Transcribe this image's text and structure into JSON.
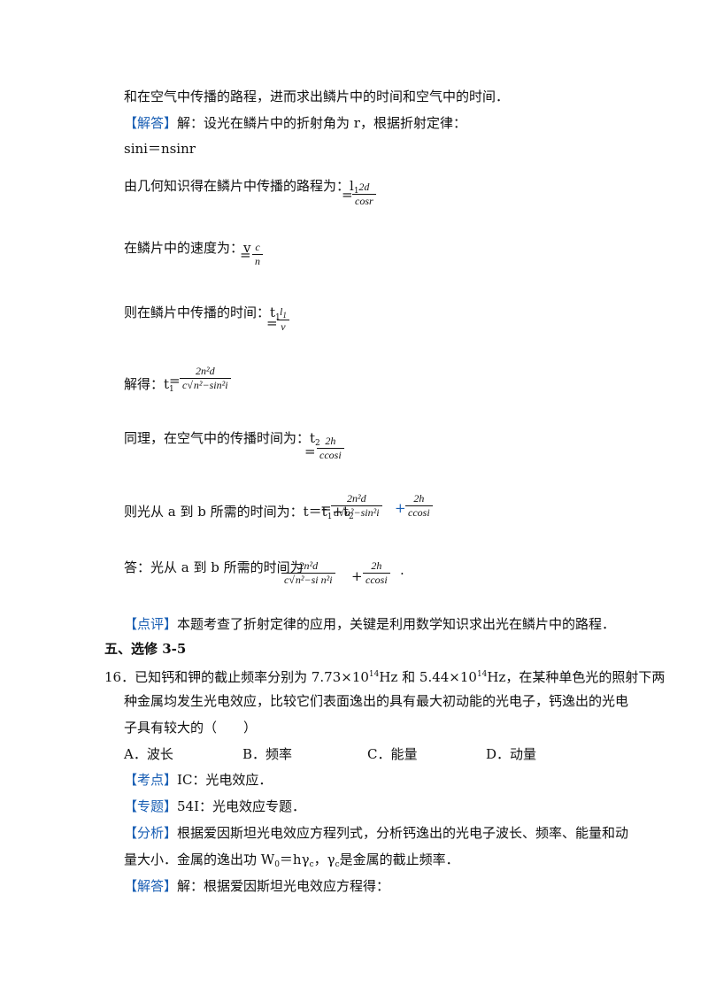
{
  "p1": "和在空气中传播的路程，进而求出鳞片中的时间和空气中的时间．",
  "jieda_tag": "【解答】",
  "p2": "解：设光在鳞片中的折射角为 r，根据折射定律：",
  "p3": "sini＝nsinr",
  "p4": "由几何知识得在鳞片中传播的路程为：",
  "l1_label": "l",
  "l1_sub": "1",
  "f_l1_num": "2d",
  "f_l1_den": "cosr",
  "p5": "在鳞片中的速度为：",
  "v_label": "v",
  "f_v_num": "c",
  "f_v_den": "n",
  "p6": "则在鳞片中传播的时间：",
  "t_label": "t",
  "f_t1_num": "l",
  "f_t1_num_sub": "1",
  "f_t1_den": "v",
  "p7": "解得：",
  "f_t1b_num": "2n²d",
  "f_t1b_den_pre": "c",
  "f_t1b_den_rad": "n²−sin²i",
  "p8": "同理，在空气中的传播时间为：",
  "t2_sub": "2",
  "f_t2_num": "2h",
  "f_t2_den": "ccosi",
  "p9": "则光从 a 到 b 所需的时间为：",
  "p9_eq": "t＝t",
  "p9_plus": "+t",
  "f_total_num": "2n²d",
  "f_total_den_pre": "c",
  "f_total_den_rad": "n²−sin²i",
  "f_total2_num": "2h",
  "f_total2_den": "ccosi",
  "p10": "答：光从 a 到 b 所需的时间为",
  "f_ans_num": "2n²d",
  "f_ans_den_pre": "c",
  "f_ans_den_rad": "n²−si n²i",
  "f_ans2_num": "2h",
  "f_ans2_den": "ccosi",
  "dianping_tag": "【点评】",
  "p11": "本题考查了折射定律的应用，关键是利用数学知识求出光在鳞片中的路程．",
  "section": "五、选修 3-5",
  "q16_l1": "16．已知钙和钾的截止频率分别为 7.73×10",
  "q16_exp1": "14",
  "q16_mid": "Hz 和 5.44×10",
  "q16_exp2": "14",
  "q16_end": "Hz，在某种单色光的照射下两",
  "q16_l2": "种金属均发生光电效应，比较它们表面逸出的具有最大初动能的光电子，钙逸出的光电",
  "q16_l3": "子具有较大的（　　）",
  "optA": "A．波长",
  "optB": "B．频率",
  "optC": "C．能量",
  "optD": "D．动量",
  "kaodian_tag": "【考点】",
  "kaodian": "IC：光电效应．",
  "zhuanti_tag": "【专题】",
  "zhuanti": "54I：光电效应专题．",
  "fenxi_tag": "【分析】",
  "fenxi_l1": "根据爱因斯坦光电效应方程列式，分析钙逸出的光电子波长、频率、能量和动",
  "fenxi_l2_a": "量大小．金属的逸出功 W",
  "fenxi_l2_sub0": "0",
  "fenxi_l2_b": "＝hγ",
  "fenxi_l2_subc": "c",
  "fenxi_l2_c": "，γ",
  "fenxi_l2_subc2": "c",
  "fenxi_l2_d": "是金属的截止频率．",
  "jieda2_tag": "【解答】",
  "jieda2": "解：根据爱因斯坦光电效应方程得："
}
